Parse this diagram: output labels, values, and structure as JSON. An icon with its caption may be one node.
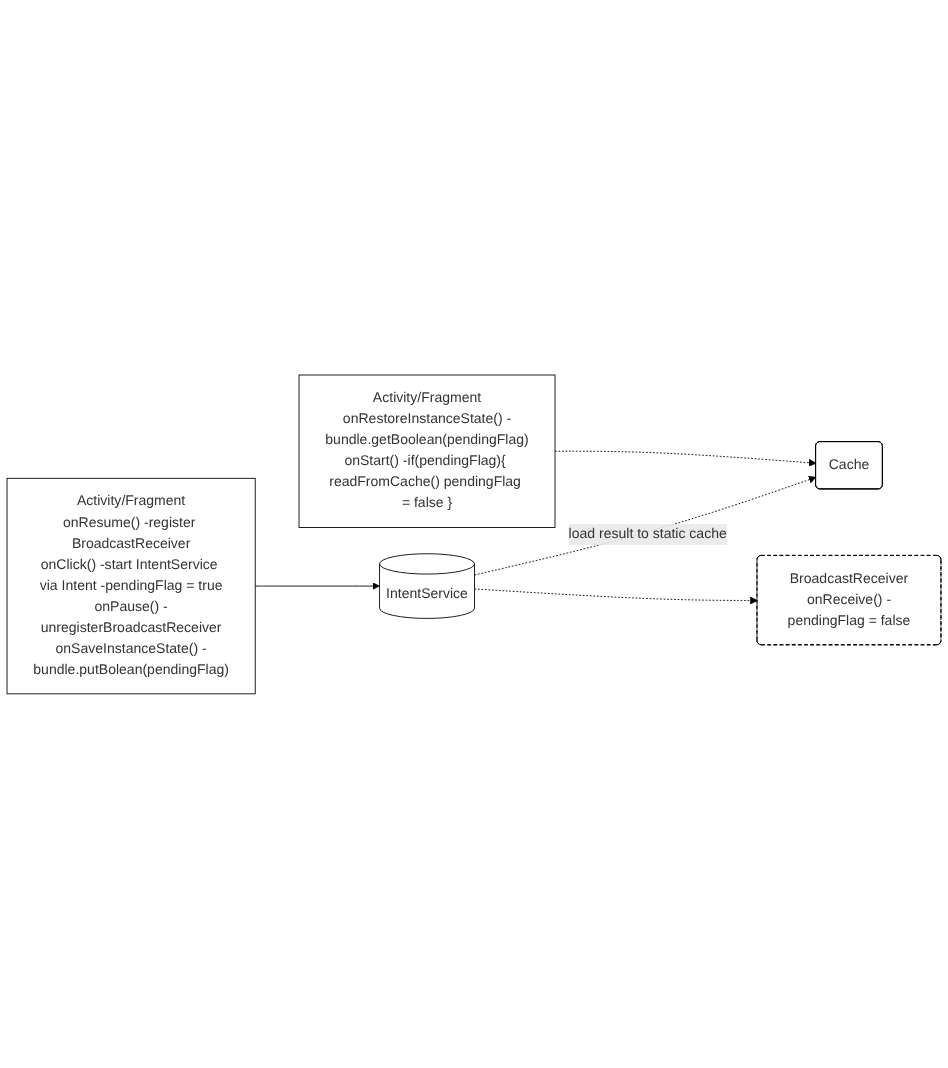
{
  "diagram": {
    "nodes": [
      {
        "text": [
          "Activity/Fragment",
          "onResume() -register BroadcastReceiver",
          "onClick() -start IntentService via Intent -pendingFlag = true",
          "onPause() -unregisterBroadcastReceiver",
          "onSaveInstanceState() -bundle.putBolean(pendingFlag)"
        ]
      },
      {
        "text": [
          "IntentService"
        ]
      },
      {
        "text": [
          "Cache"
        ]
      },
      {
        "text": [
          "BroadcastReceiver",
          "onReceive() -pendingFlag = false"
        ]
      },
      {
        "text": [
          "Activity/Fragment",
          "onRestoreInstanceState() -bundle.getBoolean(pendingFlag)",
          "onStart() -if(pendingFlag){ readFromCache() pendingFlag = false }"
        ]
      }
    ],
    "edges": [
      {
        "from": 0,
        "to": 1,
        "arrow": "to"
      },
      {
        "from": 1,
        "to": 2,
        "arrow": "to",
        "label": "load result to static cache",
        "style": "dashed"
      },
      {
        "from": 1,
        "to": 3,
        "arrow": "to",
        "style": "dashed"
      },
      {
        "from": 4,
        "to": 2,
        "arrow": "to",
        "style": "dashed"
      }
    ]
  }
}
